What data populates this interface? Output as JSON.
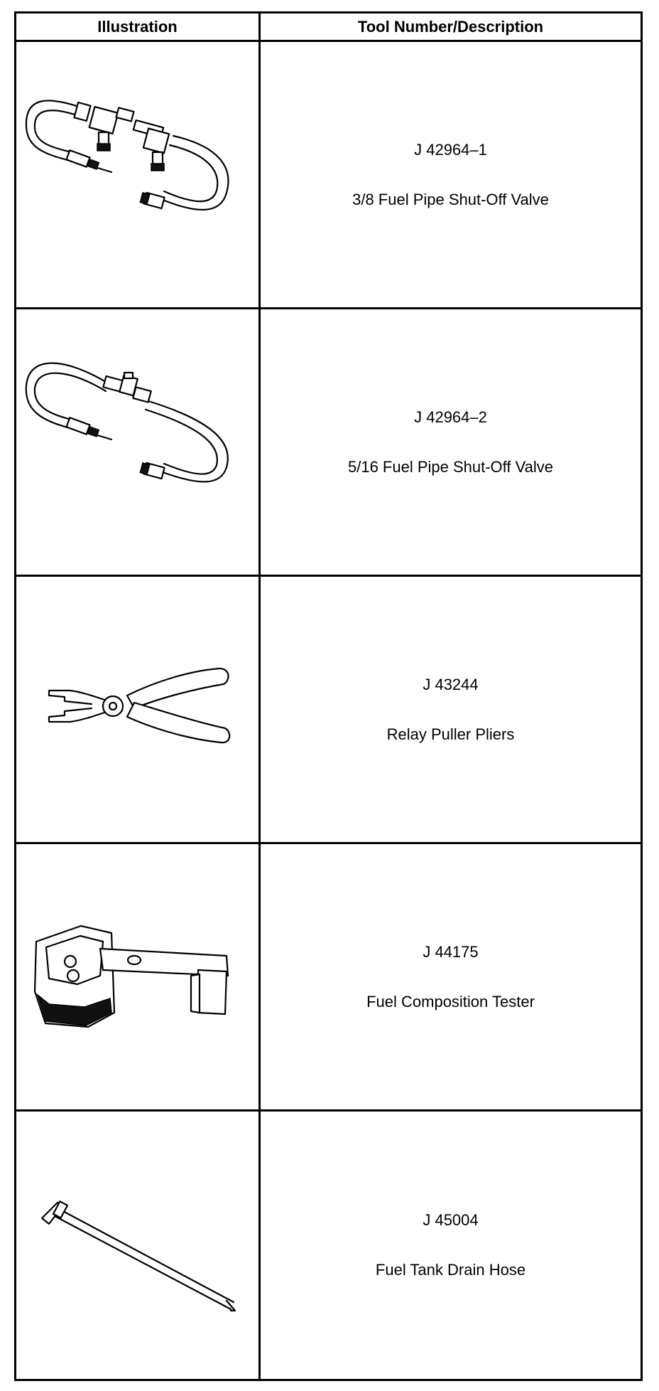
{
  "table": {
    "headers": {
      "illustration": "Illustration",
      "tool": "Tool Number/Description"
    },
    "rows": [
      {
        "number": "J 42964–1",
        "description": "3/8 Fuel Pipe Shut-Off Valve",
        "icon": "fuel-pipe-shutoff-valve-icon"
      },
      {
        "number": "J 42964–2",
        "description": "5/16 Fuel Pipe Shut-Off Valve",
        "icon": "fuel-pipe-shutoff-valve-icon"
      },
      {
        "number": "J 43244",
        "description": "Relay Puller Pliers",
        "icon": "relay-puller-pliers-icon"
      },
      {
        "number": "J 44175",
        "description": "Fuel Composition Tester",
        "icon": "fuel-composition-tester-icon"
      },
      {
        "number": "J 45004",
        "description": "Fuel Tank Drain Hose",
        "icon": "fuel-tank-drain-hose-icon"
      }
    ]
  }
}
